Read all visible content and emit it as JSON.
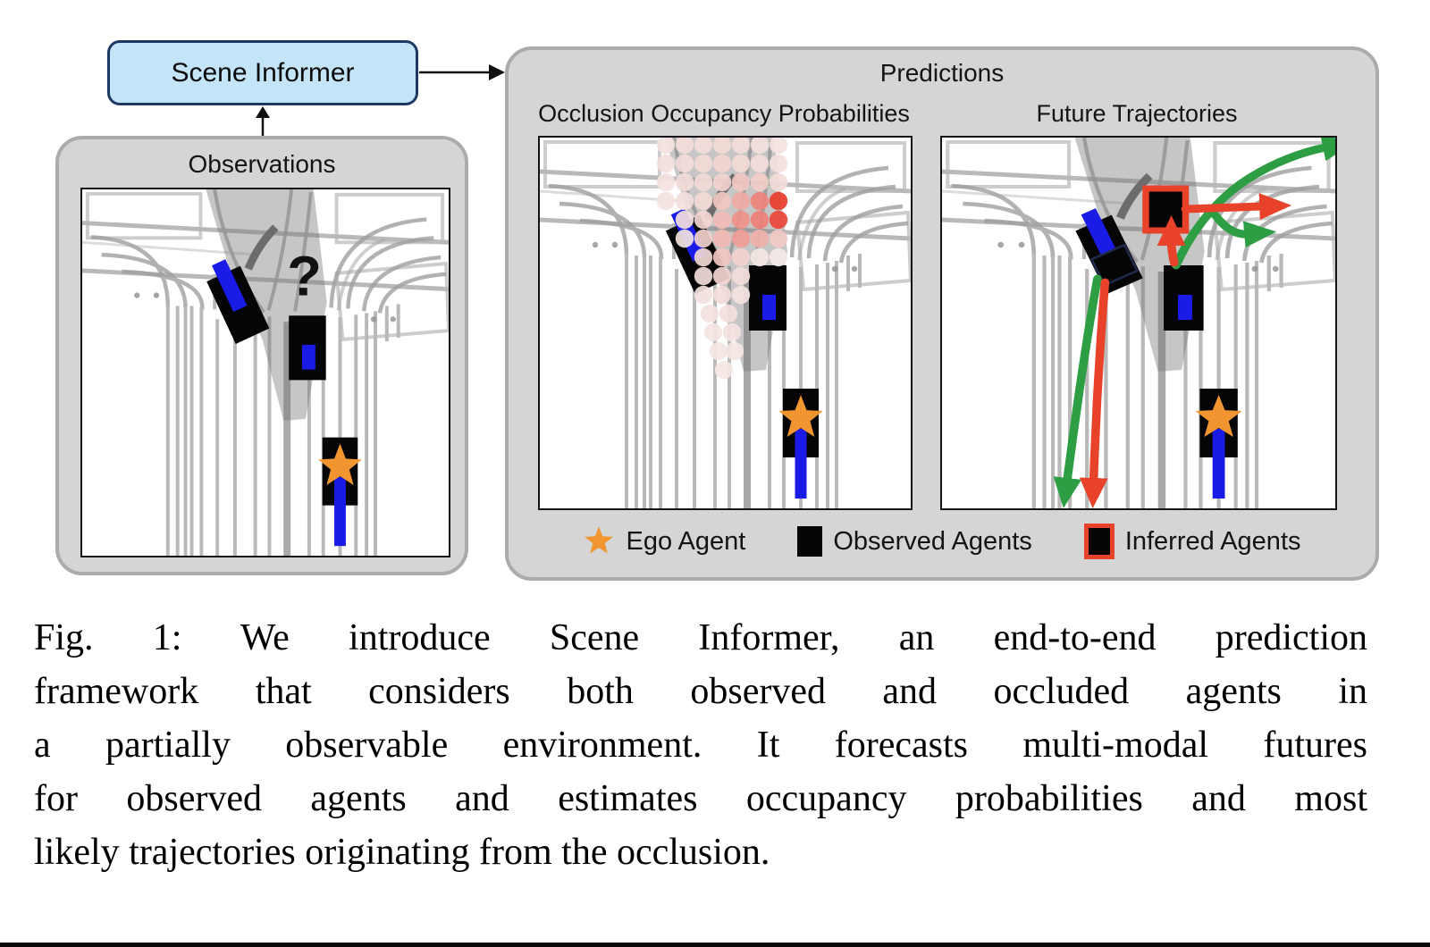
{
  "model_box": {
    "label": "Scene Informer"
  },
  "panels": {
    "observations": {
      "title": "Observations",
      "question_mark": "?"
    },
    "predictions": {
      "title": "Predictions",
      "subpanels": [
        {
          "title": "Occlusion Occupancy Probabilities"
        },
        {
          "title": "Future Trajectories"
        }
      ]
    }
  },
  "legend": {
    "items": [
      {
        "icon": "ego-star-icon",
        "label": "Ego Agent"
      },
      {
        "icon": "observed-agent-icon",
        "label": "Observed Agents"
      },
      {
        "icon": "inferred-agent-icon",
        "label": "Inferred Agents"
      }
    ]
  },
  "caption": {
    "lines": [
      "Fig. 1: We introduce Scene Informer, an end-to-end prediction",
      "framework that considers both observed and occluded agents in",
      "a partially observable environment. It forecasts multi-modal futures",
      "for observed agents and estimates occupancy probabilities and most",
      "likely trajectories originating from the occlusion."
    ]
  },
  "colors": {
    "model_box_fill": "#C3E5F7",
    "model_box_border": "#1F3864",
    "panel_gray": "#D5D5D5",
    "ego_star_orange": "#F0952F",
    "observed_black": "#050505",
    "inferred_red": "#E8432A",
    "trajectory_green": "#2E9E44",
    "trajectory_red": "#E8432A",
    "past_motion_blue": "#1B1BE8",
    "occupancy_high": "#E83C2D",
    "occupancy_low": "#F4EEEC"
  },
  "occupancy_dots": [
    [
      141,
      8,
      0.06
    ],
    [
      162,
      8,
      0.1
    ],
    [
      183,
      8,
      0.1
    ],
    [
      204,
      8,
      0.12
    ],
    [
      225,
      8,
      0.1
    ],
    [
      246,
      8,
      0.08
    ],
    [
      267,
      8,
      0.06
    ],
    [
      141,
      29,
      0.08
    ],
    [
      162,
      29,
      0.1
    ],
    [
      183,
      29,
      0.12
    ],
    [
      204,
      29,
      0.14
    ],
    [
      225,
      29,
      0.12
    ],
    [
      246,
      29,
      0.1
    ],
    [
      267,
      29,
      0.08
    ],
    [
      141,
      50,
      0.06
    ],
    [
      162,
      50,
      0.1
    ],
    [
      183,
      50,
      0.12
    ],
    [
      204,
      50,
      0.16
    ],
    [
      225,
      50,
      0.22
    ],
    [
      246,
      50,
      0.18
    ],
    [
      267,
      50,
      0.1
    ],
    [
      141,
      71,
      0.06
    ],
    [
      162,
      71,
      0.08
    ],
    [
      183,
      71,
      0.12
    ],
    [
      204,
      71,
      0.22
    ],
    [
      225,
      71,
      0.38
    ],
    [
      246,
      71,
      0.6
    ],
    [
      267,
      71,
      1.0
    ],
    [
      162,
      92,
      0.08
    ],
    [
      183,
      92,
      0.14
    ],
    [
      204,
      92,
      0.28
    ],
    [
      225,
      92,
      0.52
    ],
    [
      246,
      92,
      0.62
    ],
    [
      267,
      92,
      0.95
    ],
    [
      162,
      113,
      0.06
    ],
    [
      183,
      113,
      0.16
    ],
    [
      204,
      113,
      0.3
    ],
    [
      225,
      113,
      0.45
    ],
    [
      246,
      113,
      0.35
    ],
    [
      267,
      113,
      0.2
    ],
    [
      183,
      134,
      0.12
    ],
    [
      204,
      134,
      0.22
    ],
    [
      225,
      134,
      0.16
    ],
    [
      246,
      134,
      0.04
    ],
    [
      267,
      134,
      0.03
    ],
    [
      183,
      155,
      0.1
    ],
    [
      204,
      155,
      0.14
    ],
    [
      225,
      155,
      0.1
    ],
    [
      183,
      176,
      0.08
    ],
    [
      204,
      176,
      0.1
    ],
    [
      225,
      176,
      0.06
    ],
    [
      190,
      197,
      0.06
    ],
    [
      211,
      197,
      0.08
    ],
    [
      194,
      218,
      0.05
    ],
    [
      215,
      218,
      0.06
    ],
    [
      200,
      239,
      0.05
    ],
    [
      218,
      239,
      0.05
    ],
    [
      206,
      260,
      0.04
    ]
  ]
}
